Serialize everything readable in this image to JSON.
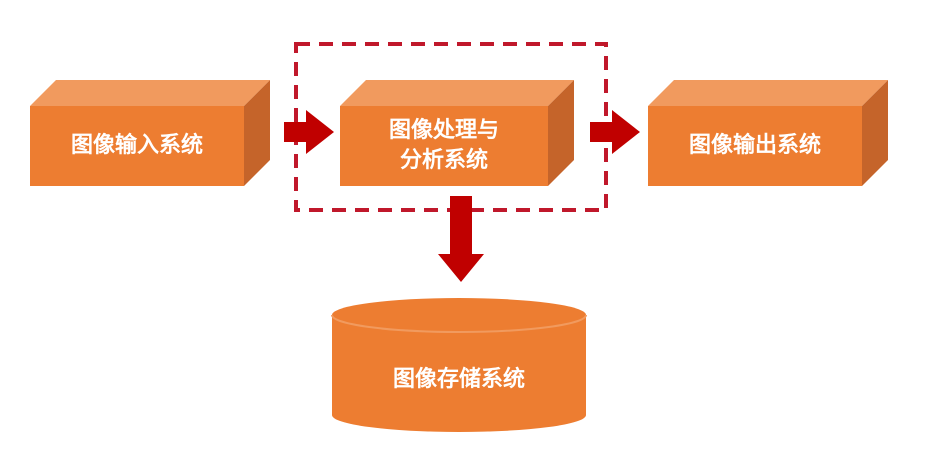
{
  "colors": {
    "box_front": "#ED7D31",
    "box_top": "#F19A5E",
    "box_side": "#C5642A",
    "arrow": "#C00000",
    "dashed_border": "#C0182B",
    "label_text": "#FFFFFF"
  },
  "nodes": {
    "input": {
      "label": "图像输入系统"
    },
    "process": {
      "label_line1": "图像处理与",
      "label_line2": "分析系统"
    },
    "output": {
      "label": "图像输出系统"
    },
    "storage": {
      "label": "图像存储系统"
    }
  }
}
